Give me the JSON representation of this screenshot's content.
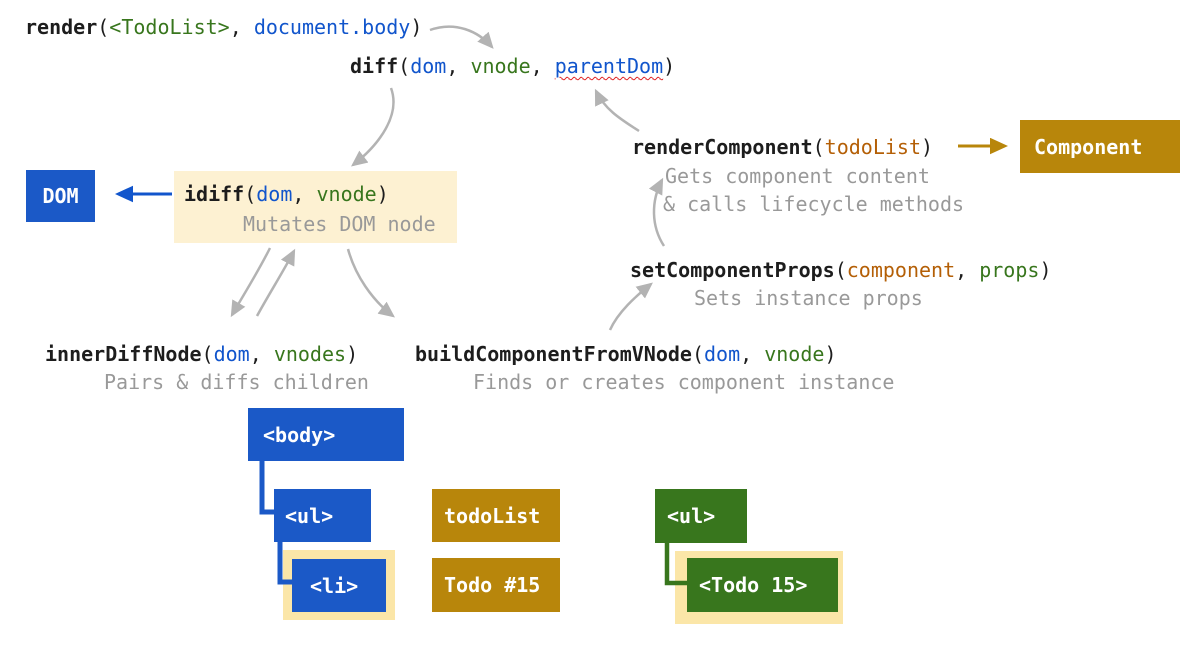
{
  "palette": {
    "ink": "#1d1d1d",
    "code-blue": "#1155cc",
    "code-green": "#38761d",
    "code-orange": "#b45f06",
    "box-blue": "#1b59c7",
    "box-green": "#38761d",
    "box-gold": "#b8860b",
    "cream": "#fdf1d2",
    "ring": "#fbe6a8",
    "arrow-gray": "#b3b3b3",
    "gray-text": "#999999",
    "squiggle": "#e02020"
  },
  "calls": {
    "render": {
      "fn": "render",
      "open": "(",
      "arg1": "<TodoList>",
      "c1": ", ",
      "arg2": "document.body",
      "close": ")"
    },
    "diff": {
      "fn": "diff",
      "open": "(",
      "arg1": "dom",
      "c1": ", ",
      "arg2": "vnode",
      "c2": ", ",
      "arg3": "parentDom",
      "close": ")"
    },
    "renderComponent": {
      "fn": "renderComponent",
      "open": "(",
      "arg1": "todoList",
      "close": ")",
      "desc1": "Gets component content",
      "desc2": "& calls lifecycle methods"
    },
    "setComponentProps": {
      "fn": "setComponentProps",
      "open": "(",
      "arg1": "component",
      "c1": ", ",
      "arg2": "props",
      "close": ")",
      "desc": "Sets instance props"
    },
    "idiff": {
      "fn": "idiff",
      "open": "(",
      "arg1": "dom",
      "c1": ", ",
      "arg2": "vnode",
      "close": ")",
      "desc": "Mutates DOM node"
    },
    "innerDiffNode": {
      "fn": "innerDiffNode",
      "open": "(",
      "arg1": "dom",
      "c1": ", ",
      "arg2": "vnodes",
      "close": ")",
      "desc": "Pairs & diffs children"
    },
    "buildComponentFromVNode": {
      "fn": "buildComponentFromVNode",
      "open": "(",
      "arg1": "dom",
      "c1": ", ",
      "arg2": "vnode",
      "close": ")",
      "desc": "Finds or creates component instance"
    }
  },
  "boxes": {
    "dom": "DOM",
    "component": "Component",
    "dom_tree": {
      "body": "<body>",
      "ul": "<ul>",
      "li": "<li>"
    },
    "instances": {
      "todoList": "todoList",
      "todo15": "Todo #15"
    },
    "vdom_tree": {
      "ul": "<ul>",
      "todo15": "<Todo 15>"
    }
  }
}
